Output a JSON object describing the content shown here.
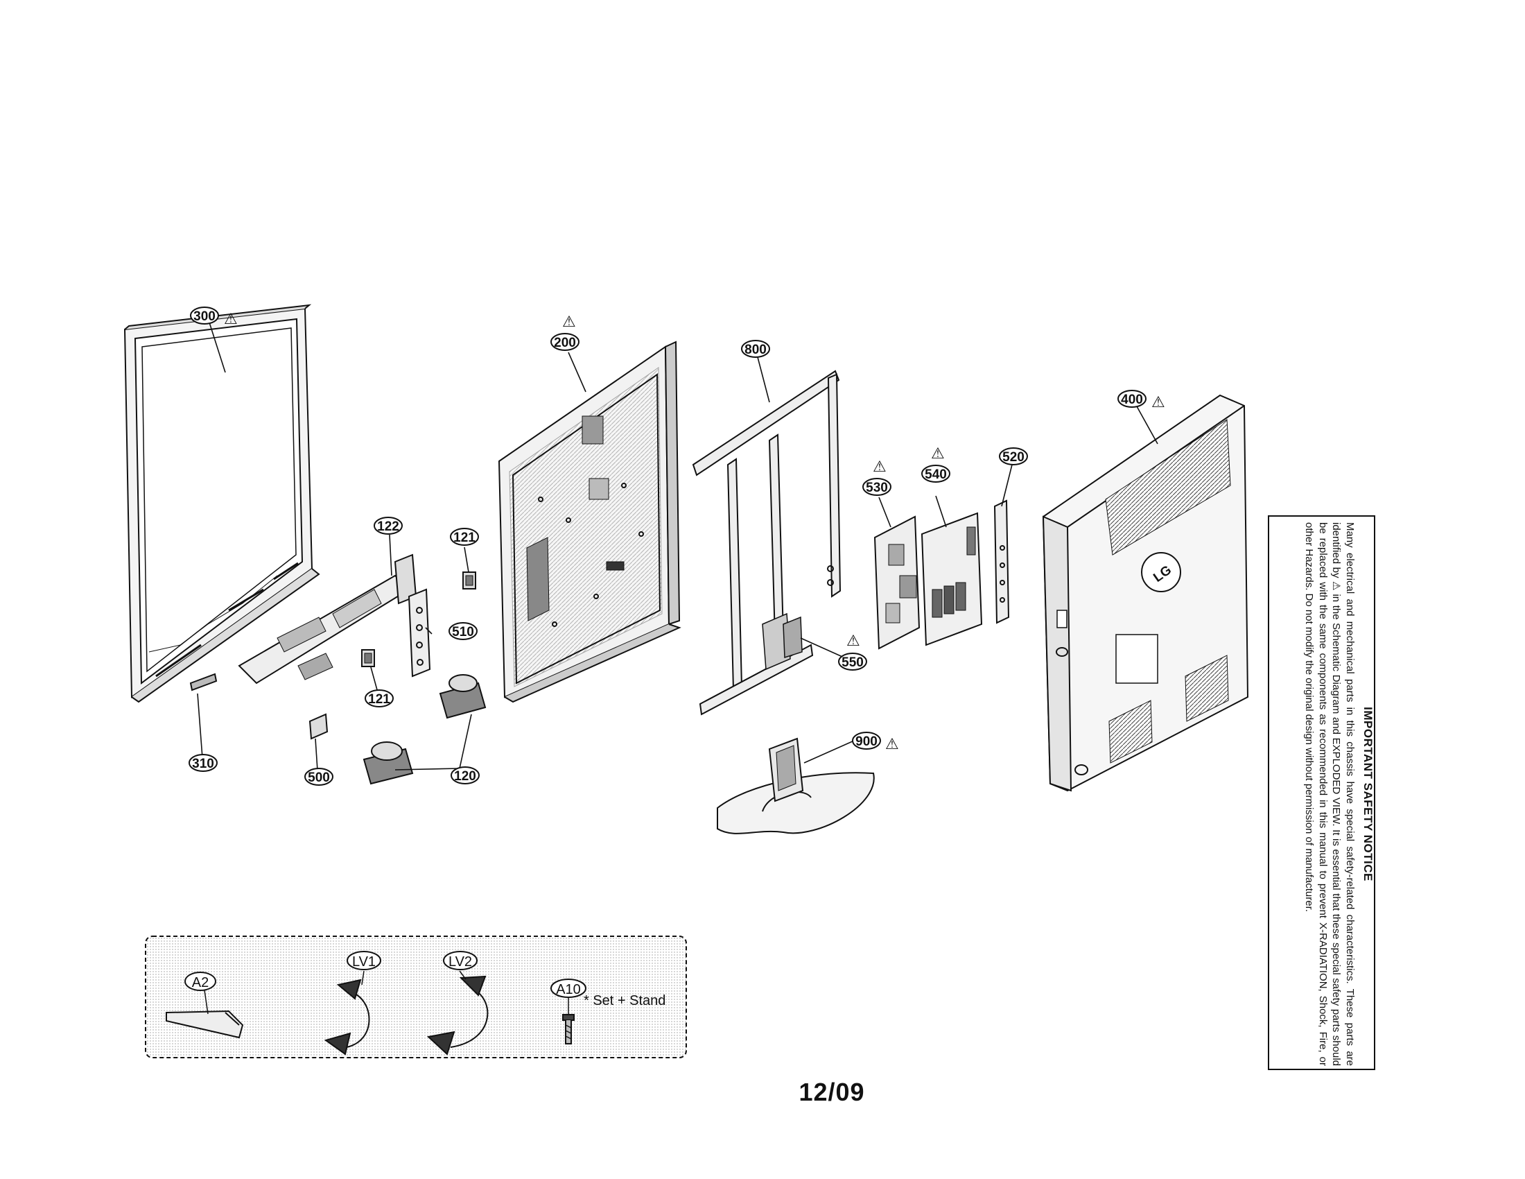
{
  "callouts": {
    "p300": "300",
    "p200": "200",
    "p800": "800",
    "p400": "400",
    "p122": "122",
    "p121a": "121",
    "p121b": "121",
    "p510": "510",
    "p530": "530",
    "p540": "540",
    "p520": "520",
    "p550": "550",
    "p310": "310",
    "p500": "500",
    "p120": "120",
    "p900": "900"
  },
  "accessories": {
    "a2": "A2",
    "lv1": "LV1",
    "lv2": "LV2",
    "a10": "A10",
    "a10_note": "* Set + Stand"
  },
  "back_cover_logo": "LG",
  "notice": {
    "title": "IMPORTANT SAFETY NOTICE",
    "body": "Many electrical and mechanical parts in this chassis have special safety-related characteristics. These parts are identified by ⚠ in the Schematic Diagram and EXPLODED VIEW. It is essential that these special safety parts should be replaced with the same components as recommended in this manual to prevent X-RADIATION, Shock, Fire, or other Hazards. Do not modify the original design without permission of manufacturer."
  },
  "page_number": "12/09",
  "warning_symbol": "⚠",
  "colors": {
    "ink": "#111111",
    "accessory_fill": "#e4e4e4"
  }
}
